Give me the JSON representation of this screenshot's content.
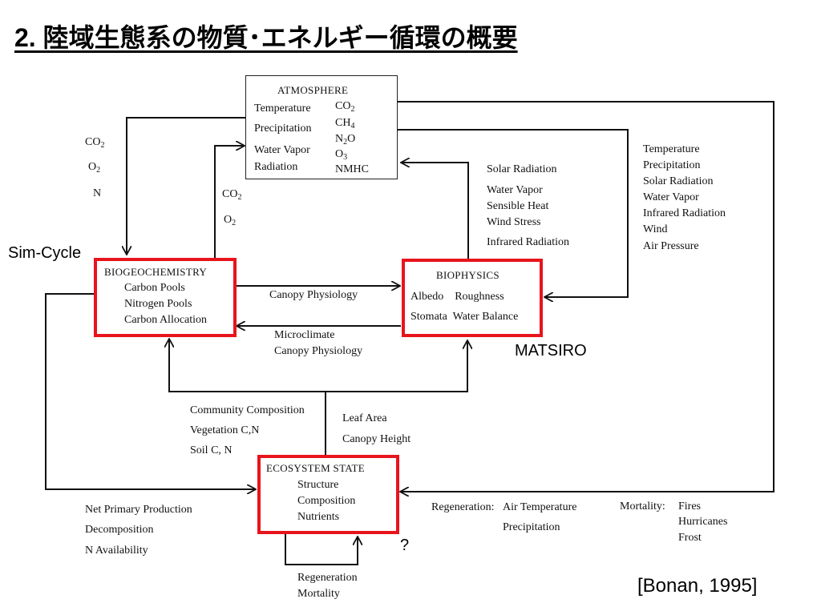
{
  "title": "2. 陸域生態系の物質･エネルギー循環の概要",
  "citation": "[Bonan, 1995]",
  "model_labels": {
    "simcycle": "Sim-Cycle",
    "matsiro": "MATSIRO",
    "question": "?"
  },
  "atmosphere": {
    "heading": "ATMOSPHERE",
    "left_items": [
      "Temperature",
      "Precipitation",
      "Water Vapor",
      "Radiation"
    ],
    "gases": [
      {
        "base": "CO",
        "sub": "2",
        "tail": ""
      },
      {
        "base": "CH",
        "sub": "4",
        "tail": ""
      },
      {
        "base": "N",
        "sub": "2",
        "tail": "O"
      },
      {
        "base": "O",
        "sub": "3",
        "tail": ""
      },
      {
        "base": "NMHC",
        "sub": "",
        "tail": ""
      }
    ]
  },
  "biogeochemistry": {
    "heading": "BIOGEOCHEMISTRY",
    "items": [
      "Carbon Pools",
      "Nitrogen Pools",
      "Carbon Allocation"
    ]
  },
  "biophysics": {
    "heading": "BIOPHYSICS",
    "row1": "Albedo    Roughness",
    "row2": "Stomata  Water Balance"
  },
  "ecosystem": {
    "heading": "ECOSYSTEM STATE",
    "items": [
      "Structure",
      "Composition",
      "Nutrients"
    ]
  },
  "flows": {
    "left_gases": [
      {
        "base": "CO",
        "sub": "2"
      },
      {
        "base": "O",
        "sub": "2"
      },
      {
        "base": "N",
        "sub": ""
      }
    ],
    "mid_gases": [
      {
        "base": "CO",
        "sub": "2"
      },
      {
        "base": "O",
        "sub": "2"
      }
    ],
    "biophysics_to_atm": [
      "Solar Radiation",
      "Water Vapor",
      "Sensible Heat",
      "Wind Stress",
      "Infrared Radiation"
    ],
    "atm_to_biophysics": [
      "Temperature",
      "Precipitation",
      "Solar Radiation",
      "Water Vapor",
      "Infrared Radiation",
      "Wind",
      "Air Pressure"
    ],
    "canopy_physiology": "Canopy Physiology",
    "microclimate": [
      "Microclimate",
      "Canopy Physiology"
    ],
    "community": [
      "Community Composition",
      "Vegetation C,N",
      "Soil C, N"
    ],
    "leaf": [
      "Leaf Area",
      "Canopy Height"
    ],
    "npp": [
      "Net Primary Production",
      "Decomposition",
      "N Availability"
    ],
    "regen_left": "Regeneration:",
    "regen_right": [
      "Air Temperature",
      "Precipitation"
    ],
    "mortality_label": "Mortality:",
    "mortality_items": [
      "Fires",
      "Hurricanes",
      "Frost"
    ],
    "loop": [
      "Regeneration",
      "Mortality"
    ]
  }
}
